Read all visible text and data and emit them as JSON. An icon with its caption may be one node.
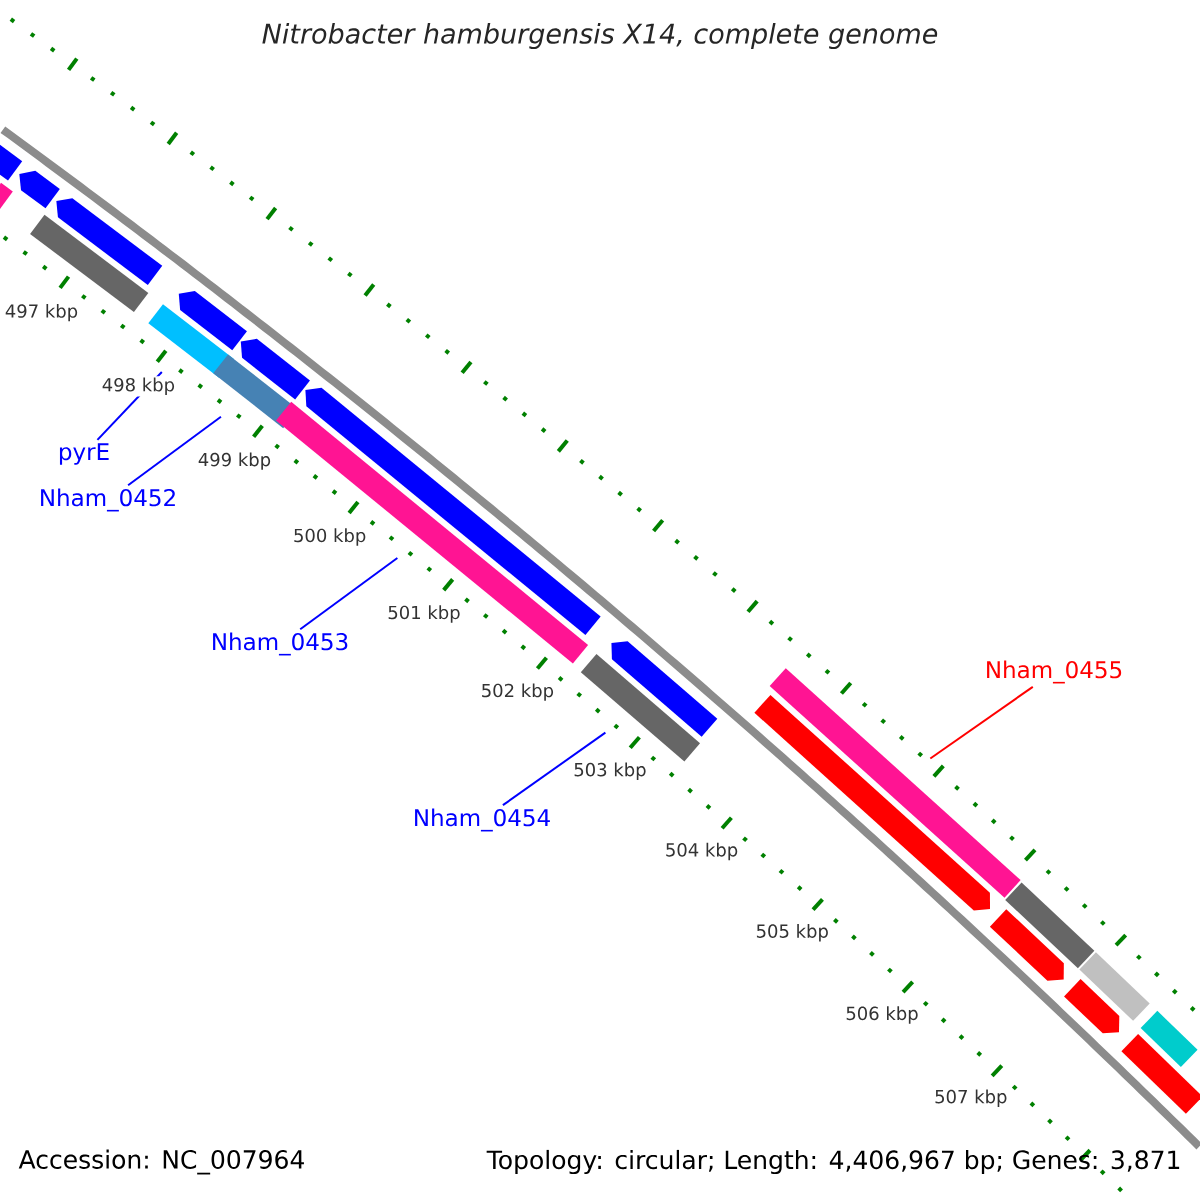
{
  "diagram": {
    "title": "Nitrobacter hamburgensis X14, complete genome",
    "nodes": [
      {
        "text": [
          "pyrE"
        ]
      },
      {
        "text": [
          "Nham_0452"
        ]
      },
      {
        "text": [
          "Nham_0453"
        ]
      },
      {
        "text": [
          "Nham_0454"
        ]
      },
      {
        "text": [
          "Nham_0455"
        ]
      },
      {
        "text": [],
        "shape": "arrow"
      },
      {
        "text": [],
        "shape": "bar"
      },
      {
        "text": [],
        "shape": "arrow"
      },
      {
        "text": [],
        "shape": "bar"
      },
      {
        "text": [],
        "shape": "arrow"
      },
      {
        "text": [],
        "shape": "bar"
      },
      {
        "text": [],
        "shape": "arrow"
      },
      {
        "text": [],
        "shape": "bar"
      },
      {
        "text": [],
        "shape": "arrow"
      },
      {
        "text": [],
        "shape": "bar"
      },
      {
        "text": [],
        "shape": "arrow"
      },
      {
        "text": [],
        "shape": "bar"
      },
      {
        "text": [],
        "shape": "arrow"
      },
      {
        "text": [],
        "shape": "arrow"
      },
      {
        "text": [],
        "shape": "bar"
      },
      {
        "text": [],
        "shape": "arrow"
      },
      {
        "text": [],
        "shape": "bar"
      },
      {
        "text": [],
        "shape": "bar"
      },
      {
        "text": [],
        "shape": "arrow"
      },
      {
        "text": [],
        "shape": "bar"
      },
      {
        "text": [],
        "shape": "bar"
      }
    ],
    "edges": [
      {
        "from": 0,
        "to": 10,
        "arrow": "none"
      },
      {
        "from": 1,
        "to": 12,
        "arrow": "none"
      },
      {
        "from": 2,
        "to": 14,
        "arrow": "none"
      },
      {
        "from": 3,
        "to": 16,
        "arrow": "none"
      },
      {
        "from": 4,
        "to": 19,
        "arrow": "none",
        "color": "#ff0000"
      }
    ],
    "labels": [
      "497 kbp",
      "498 kbp",
      "499 kbp",
      "500 kbp",
      "501 kbp",
      "502 kbp",
      "503 kbp",
      "504 kbp",
      "505 kbp",
      "506 kbp",
      "507 kbp",
      "Accession: NC_007964",
      "Topology: circular; Length: 4,406,967 bp; Genes: 3,871"
    ]
  }
}
